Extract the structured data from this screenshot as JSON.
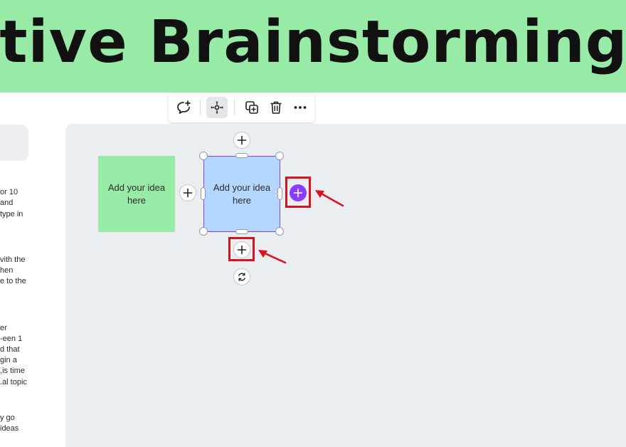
{
  "banner": {
    "title": "otive Brainstorming"
  },
  "toolbar": {
    "buttons": [
      {
        "name": "add-comment",
        "icon": "comment-plus-icon"
      },
      {
        "name": "position",
        "icon": "move-arrows-icon",
        "active": true
      },
      {
        "name": "duplicate",
        "icon": "duplicate-icon"
      },
      {
        "name": "delete",
        "icon": "trash-icon"
      },
      {
        "name": "more",
        "icon": "more-horizontal-icon"
      }
    ]
  },
  "side_panel": {
    "lines": [
      "or 10",
      "and",
      "type in",
      "vith the",
      "hen",
      "e to the",
      "er",
      "een 1-",
      "d that",
      "gin a",
      "is time,",
      "al topic.",
      "y go",
      "ideas"
    ]
  },
  "whiteboard": {
    "stickies": [
      {
        "text": "Add your idea here",
        "color": "#98eba6"
      },
      {
        "text": "Add your idea here",
        "color": "#b3d7ff",
        "selected": true
      }
    ],
    "add_buttons": [
      {
        "position": "top"
      },
      {
        "position": "left"
      },
      {
        "position": "right",
        "highlighted": true
      },
      {
        "position": "bottom",
        "highlighted": true
      }
    ],
    "rotate_icon": "rotate-icon"
  },
  "colors": {
    "banner": "#98eba6",
    "canvas": "#ebeef1",
    "accent": "#8b3dff",
    "annotation": "#d9121f"
  }
}
